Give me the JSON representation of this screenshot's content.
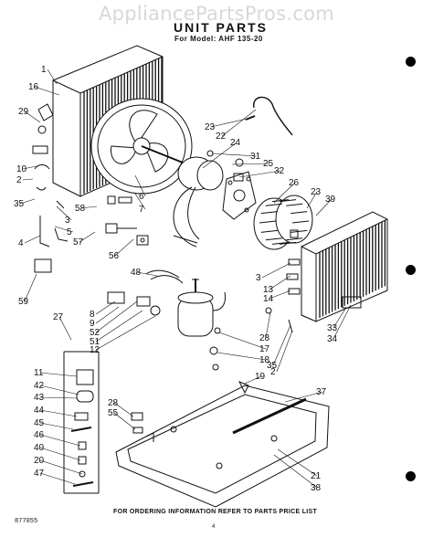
{
  "watermark": "AppliancePartsPros.com",
  "title": "UNIT PARTS",
  "model": "For Model: AHF 135-20",
  "footer": "FOR ORDERING INFORMATION REFER TO PARTS PRICE LIST",
  "doc_number": "877055",
  "page_number": "4",
  "callouts": [
    "1",
    "16",
    "29",
    "10",
    "2",
    "35",
    "3",
    "5",
    "4",
    "58",
    "57",
    "56",
    "6",
    "7",
    "23",
    "22",
    "24",
    "31",
    "25",
    "32",
    "26",
    "23",
    "39",
    "48",
    "59",
    "27",
    "8",
    "9",
    "52",
    "51",
    "12",
    "3",
    "13",
    "14",
    "28",
    "35",
    "2",
    "17",
    "18",
    "19",
    "11",
    "42",
    "43",
    "44",
    "45",
    "46",
    "40",
    "20",
    "47",
    "28",
    "55",
    "33",
    "34",
    "37",
    "21",
    "38"
  ]
}
